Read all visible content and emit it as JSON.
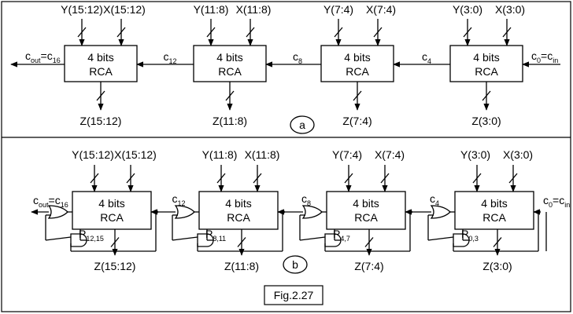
{
  "figure_label": "Fig.2.27",
  "diagram_a": {
    "tag": "a",
    "carry_out": {
      "pre": "c",
      "sub1": "out",
      "mid": "=c",
      "sub2": "16"
    },
    "carry_in": {
      "pre": "c",
      "sub1": "0",
      "mid": "=c",
      "sub2": "in"
    },
    "blocks": [
      {
        "line1": "4 bits",
        "line2": "RCA",
        "y_in": "Y(15:12)",
        "x_in": "X(15:12)",
        "z_out": "Z(15:12)",
        "carry_left": null
      },
      {
        "line1": "4 bits",
        "line2": "RCA",
        "y_in": "Y(11:8)",
        "x_in": "X(11:8)",
        "z_out": "Z(11:8)",
        "carry_left": {
          "pre": "c",
          "sub": "12"
        }
      },
      {
        "line1": "4 bits",
        "line2": "RCA",
        "y_in": "Y(7:4)",
        "x_in": "X(7:4)",
        "z_out": "Z(7:4)",
        "carry_left": {
          "pre": "c",
          "sub": "8"
        }
      },
      {
        "line1": "4 bits",
        "line2": "RCA",
        "y_in": "Y(3:0)",
        "x_in": "X(3:0)",
        "z_out": "Z(3:0)",
        "carry_left": {
          "pre": "c",
          "sub": "4"
        }
      }
    ]
  },
  "diagram_b": {
    "tag": "b",
    "carry_out": {
      "pre": "c",
      "sub1": "out",
      "mid": "=c",
      "sub2": "16"
    },
    "carry_in": {
      "pre": "c",
      "sub1": "0",
      "mid": "=c",
      "sub2": "in"
    },
    "blocks": [
      {
        "line1": "4 bits",
        "line2": "RCA",
        "y_in": "Y(15:12)",
        "x_in": "X(15:12)",
        "z_out": "Z(15:12)",
        "p": {
          "pre": "P",
          "sub": "12,15"
        },
        "carry_left": null
      },
      {
        "line1": "4 bits",
        "line2": "RCA",
        "y_in": "Y(11:8)",
        "x_in": "X(11:8)",
        "z_out": "Z(11:8)",
        "p": {
          "pre": "P",
          "sub": "8,11"
        },
        "carry_left": {
          "pre": "c",
          "sub": "12"
        }
      },
      {
        "line1": "4 bits",
        "line2": "RCA",
        "y_in": "Y(7:4)",
        "x_in": "X(7:4)",
        "z_out": "Z(7:4)",
        "p": {
          "pre": "P",
          "sub": "4,7"
        },
        "carry_left": {
          "pre": "c",
          "sub": "8"
        }
      },
      {
        "line1": "4 bits",
        "line2": "RCA",
        "y_in": "Y(3:0)",
        "x_in": "X(3:0)",
        "z_out": "Z(3:0)",
        "p": {
          "pre": "P",
          "sub": "0,3"
        },
        "carry_left": {
          "pre": "c",
          "sub": "4"
        }
      }
    ]
  }
}
